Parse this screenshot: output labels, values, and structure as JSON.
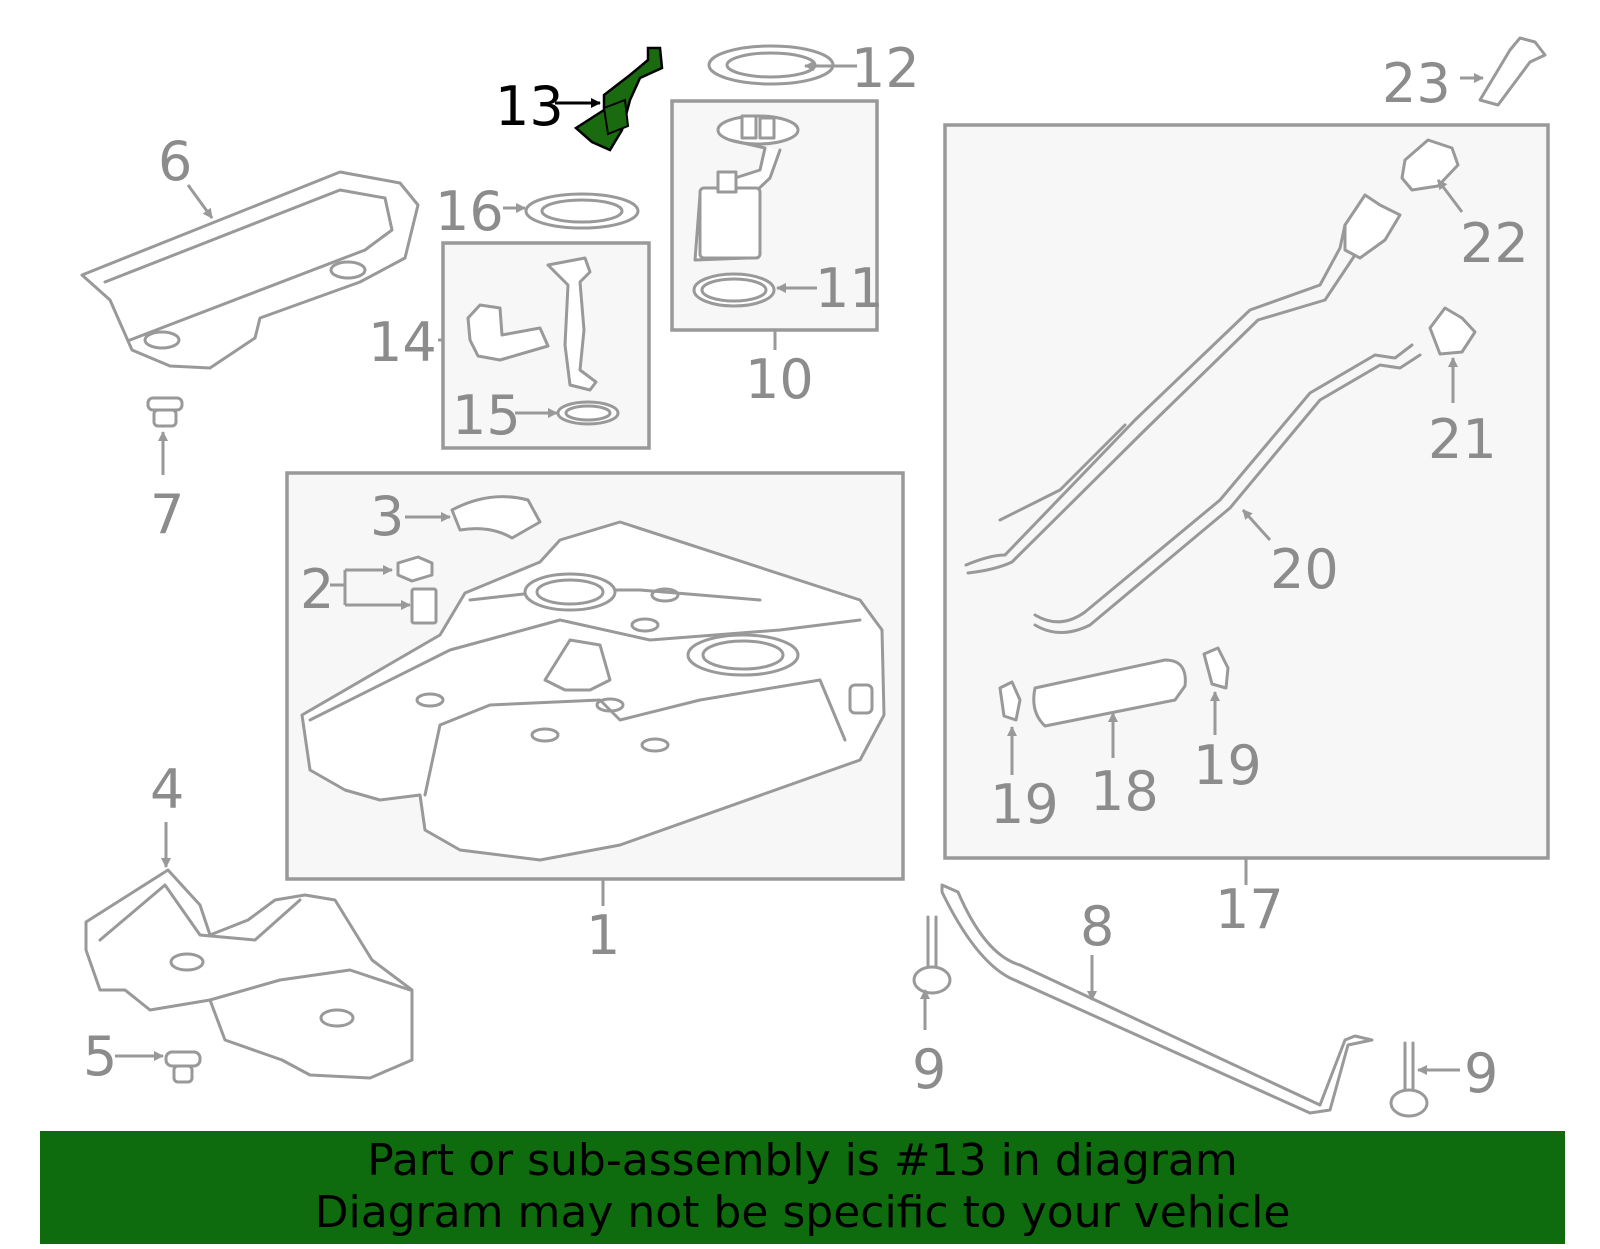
{
  "highlight_color": "#1a6b0f",
  "banner_color": "#0e6b0e",
  "diagram_color": "#999999",
  "callouts": {
    "c1": "1",
    "c2": "2",
    "c3": "3",
    "c4": "4",
    "c5": "5",
    "c6": "6",
    "c7": "7",
    "c8": "8",
    "c9a": "9",
    "c9b": "9",
    "c10": "10",
    "c11": "11",
    "c12": "12",
    "c13": "13",
    "c14": "14",
    "c15": "15",
    "c16": "16",
    "c17": "17",
    "c18": "18",
    "c19a": "19",
    "c19b": "19",
    "c20": "20",
    "c21": "21",
    "c22": "22",
    "c23": "23"
  },
  "banner": {
    "line1": "Part or sub-assembly is #13 in diagram",
    "line2": "Diagram may not be specific to your vehicle"
  }
}
